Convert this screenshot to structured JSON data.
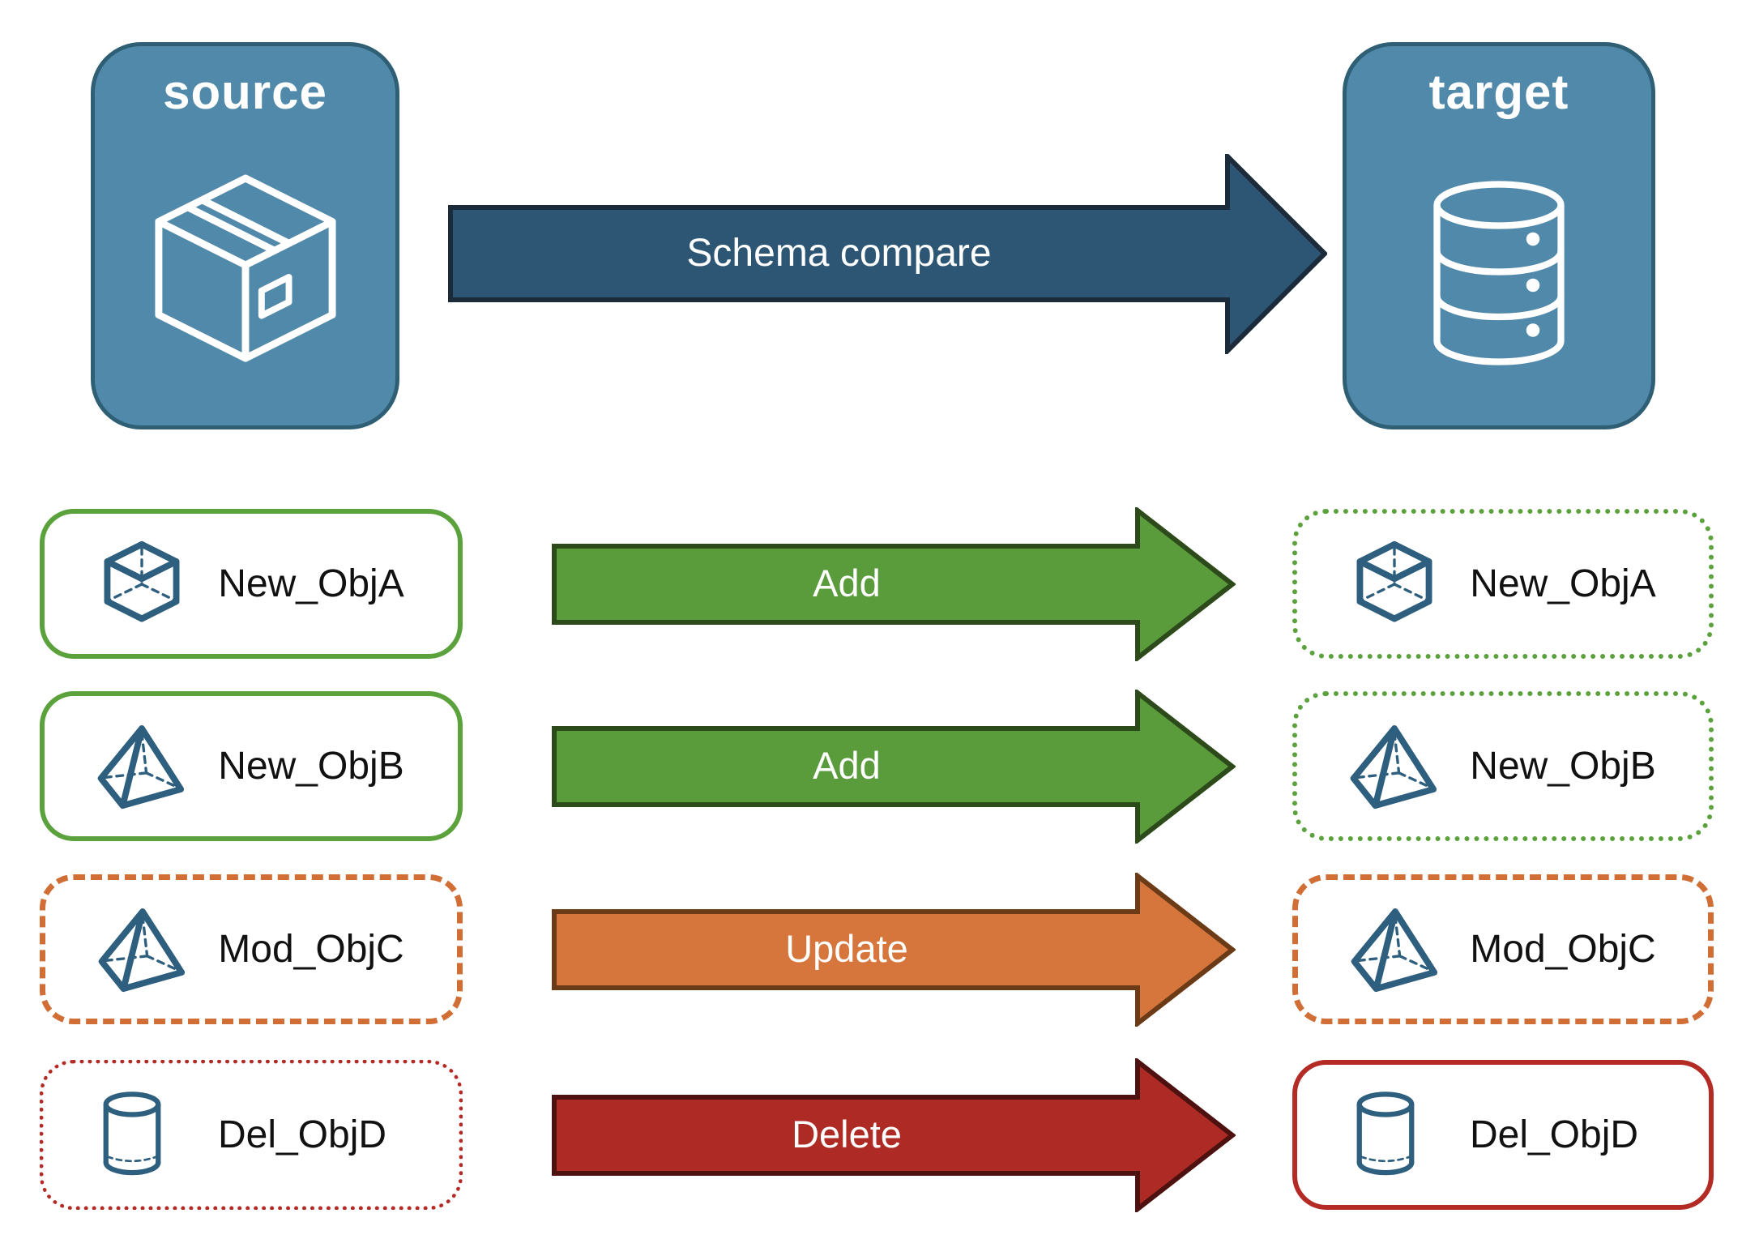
{
  "top": {
    "source": {
      "label": "source",
      "icon": "package-icon"
    },
    "target": {
      "label": "target",
      "icon": "database-icon"
    },
    "arrow": {
      "label": "Schema compare"
    }
  },
  "rows": [
    {
      "name": "New_ObjA",
      "action": "Add",
      "icon": "cube-icon",
      "left_border": "solid-green",
      "right_border": "dotted-green"
    },
    {
      "name": "New_ObjB",
      "action": "Add",
      "icon": "pyramid-icon",
      "left_border": "solid-green",
      "right_border": "dotted-green"
    },
    {
      "name": "Mod_ObjC",
      "action": "Update",
      "icon": "pyramid-icon",
      "left_border": "dashed-orange",
      "right_border": "dashed-orange"
    },
    {
      "name": "Del_ObjD",
      "action": "Delete",
      "icon": "cylinder-icon",
      "left_border": "dotted-red",
      "right_border": "solid-red"
    }
  ],
  "colors": {
    "node_fill": "#5089aa",
    "node_border": "#2e5f74",
    "schema_arrow_fill": "#2d5674",
    "schema_arrow_border": "#1c2b39",
    "add_arrow_fill": "#5a9b3c",
    "add_arrow_border": "#2c4a1a",
    "update_arrow_fill": "#d6763c",
    "update_arrow_border": "#6b3a17",
    "delete_arrow_fill": "#ae2b25",
    "delete_arrow_border": "#4d110f",
    "green_border": "#5ba23d",
    "orange_border": "#d06e36",
    "red_border": "#b42a25",
    "icon_blue": "#2e5f7e"
  }
}
